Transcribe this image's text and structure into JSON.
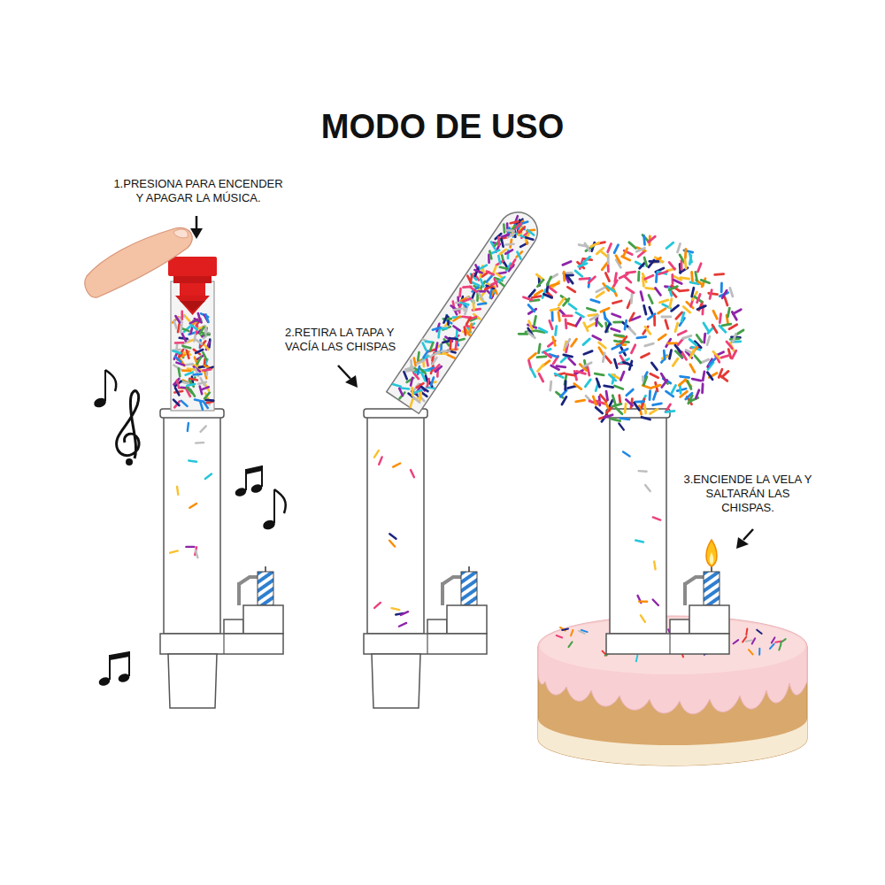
{
  "diagram": {
    "title": "MODO DE USO",
    "labels": [
      "1.PRESIONA PARA ENCENDER Y APAGAR LA MÚSICA.",
      "2.RETIRA LA TAPA Y VACÍA LAS CHISPAS",
      "3.ENCIENDE LA VELA Y SALTARÁN LAS CHISPAS."
    ]
  }
}
